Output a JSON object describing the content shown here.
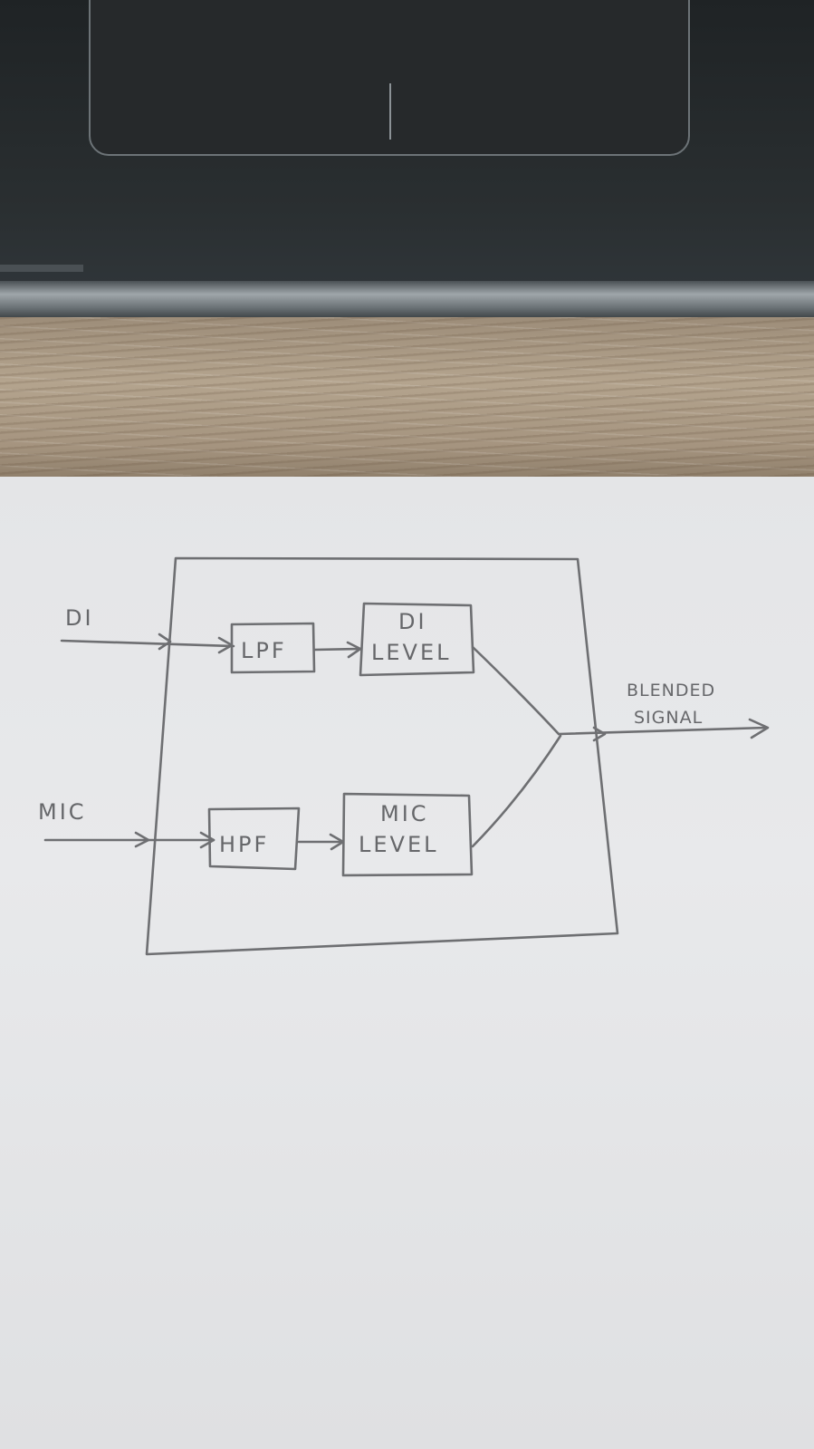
{
  "inputs": {
    "di": "DI",
    "mic": "MIC"
  },
  "blocks": {
    "lpf": "LPF",
    "hpf": "HPF",
    "di_level": [
      "DI",
      "LEVEL"
    ],
    "mic_level": [
      "MIC",
      "LEVEL"
    ]
  },
  "output": {
    "label": [
      "BLENDED",
      "SIGNAL"
    ]
  },
  "colors": {
    "pencil": "#6e6f72",
    "paper": "#e6e7e9"
  }
}
